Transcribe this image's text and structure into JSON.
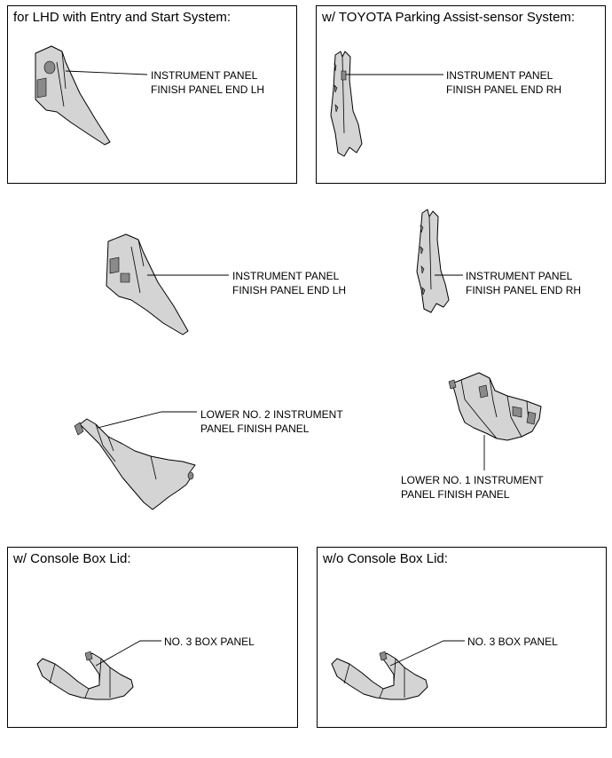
{
  "boxes": {
    "top_left": {
      "title": "for LHD with Entry and Start System:",
      "label_line1": "INSTRUMENT PANEL",
      "label_line2": "FINISH PANEL END LH"
    },
    "top_right": {
      "title": "w/ TOYOTA Parking Assist-sensor System:",
      "label_line1": "INSTRUMENT PANEL",
      "label_line2": "FINISH PANEL END RH"
    },
    "bottom_left": {
      "title": "w/ Console Box Lid:",
      "label": "NO. 3 BOX PANEL"
    },
    "bottom_right": {
      "title": "w/o Console Box Lid:",
      "label": "NO. 3 BOX PANEL"
    }
  },
  "middle": {
    "end_lh": {
      "line1": "INSTRUMENT PANEL",
      "line2": "FINISH PANEL END LH"
    },
    "end_rh": {
      "line1": "INSTRUMENT PANEL",
      "line2": "FINISH PANEL END RH"
    },
    "lower_no2": {
      "line1": "LOWER NO. 2 INSTRUMENT",
      "line2": "PANEL FINISH PANEL"
    },
    "lower_no1": {
      "line1": "LOWER NO. 1 INSTRUMENT",
      "line2": "PANEL FINISH PANEL"
    }
  }
}
